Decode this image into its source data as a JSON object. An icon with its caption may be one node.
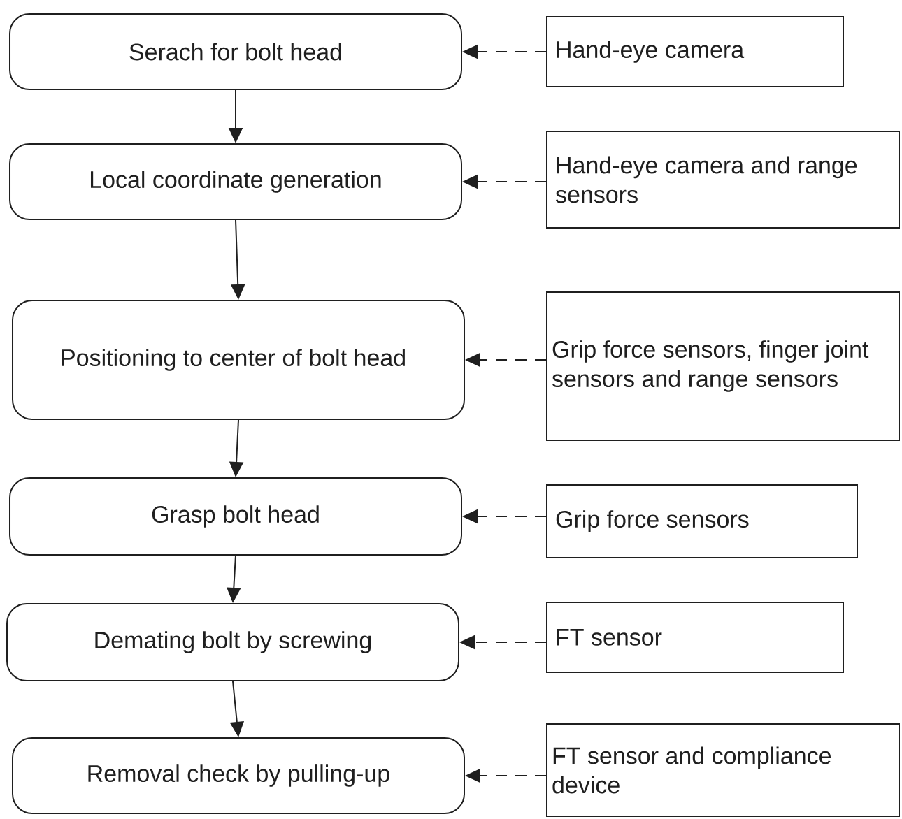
{
  "diagram": {
    "nodes": [
      {
        "text": [
          "Serach for bolt head"
        ]
      },
      {
        "text": [
          "Hand-eye camera"
        ]
      },
      {
        "text": [
          "Local coordinate generation"
        ]
      },
      {
        "text": [
          "Hand-eye camera and range sensors"
        ]
      },
      {
        "text": [
          "Positioning to center of bolt head"
        ]
      },
      {
        "text": [
          "Grip force sensors, finger joint sensors and range sensors"
        ]
      },
      {
        "text": [
          "Grasp bolt head"
        ]
      },
      {
        "text": [
          "Grip force sensors"
        ]
      },
      {
        "text": [
          "Demating bolt by screwing"
        ]
      },
      {
        "text": [
          "FT sensor"
        ]
      },
      {
        "text": [
          "Removal check by pulling-up"
        ]
      },
      {
        "text": [
          "FT sensor and compliance device"
        ]
      }
    ],
    "edges": [
      {
        "from": 1,
        "to": 0,
        "arrow": "to",
        "style": "dashed"
      },
      {
        "from": 0,
        "to": 2,
        "arrow": "to"
      },
      {
        "from": 3,
        "to": 2,
        "arrow": "to",
        "style": "dashed"
      },
      {
        "from": 2,
        "to": 4,
        "arrow": "to"
      },
      {
        "from": 5,
        "to": 4,
        "arrow": "to",
        "style": "dashed"
      },
      {
        "from": 4,
        "to": 6,
        "arrow": "to"
      },
      {
        "from": 7,
        "to": 6,
        "arrow": "to",
        "style": "dashed"
      },
      {
        "from": 6,
        "to": 8,
        "arrow": "to"
      },
      {
        "from": 9,
        "to": 8,
        "arrow": "to",
        "style": "dashed"
      },
      {
        "from": 8,
        "to": 10,
        "arrow": "to"
      },
      {
        "from": 11,
        "to": 10,
        "arrow": "to",
        "style": "dashed"
      }
    ]
  }
}
